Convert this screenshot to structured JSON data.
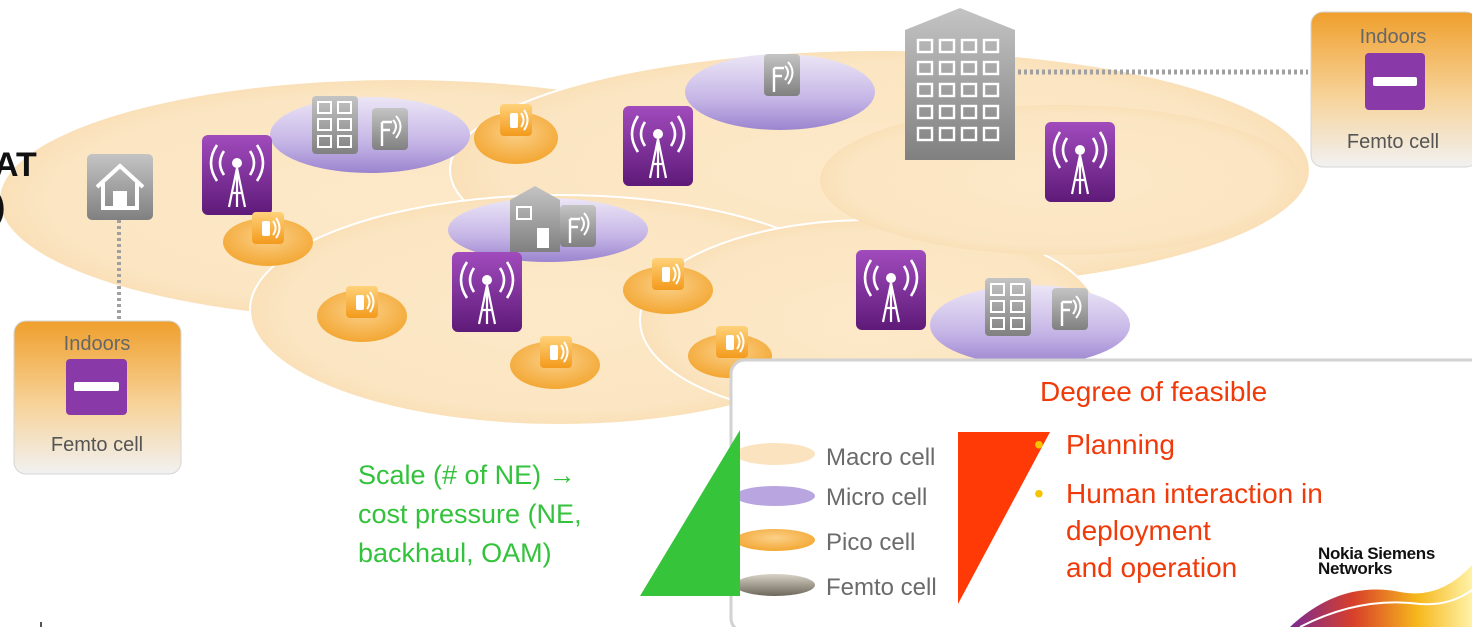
{
  "diagram": {
    "left_title_fragments": [
      "AT",
      ")"
    ],
    "indoor_boxes": [
      {
        "title": "Indoors",
        "label": "Femto cell"
      },
      {
        "title": "Indoors",
        "label": "Femto cell"
      }
    ],
    "legend": [
      {
        "label": "Macro cell",
        "color": "#fbe7c6"
      },
      {
        "label": "Micro cell",
        "color": "#b9a6e0"
      },
      {
        "label": "Pico cell",
        "color": "#f7b74c"
      },
      {
        "label": "Femto cell",
        "color": "#8a8478"
      }
    ],
    "scale_text": [
      "Scale (# of NE) →",
      "cost pressure (NE,",
      "backhaul, OAM)"
    ],
    "feasibility": {
      "title": "Degree of feasible",
      "items": [
        "Planning",
        "Human interaction in deployment and operation"
      ],
      "item_lines": [
        [
          "Planning"
        ],
        [
          "Human interaction in",
          "deployment",
          "and operation"
        ]
      ]
    },
    "logo": {
      "line1": "Nokia Siemens",
      "line2": "Networks"
    },
    "icon_names": [
      "house-icon",
      "office-building-icon",
      "tower-icon",
      "antenna-icon",
      "router-icon"
    ],
    "colors": {
      "macro": "#fbe7c6",
      "micro": "#b9a6e0",
      "pico": "#f7b74c",
      "tower_purple": "#7a2a92",
      "building_gray": "#9c9c9c",
      "indoor_orange": "#f0b25a",
      "scale_green": "#33c23c",
      "feasible_red": "#f03a0a",
      "bullet_yellow": "#f5c400"
    }
  }
}
